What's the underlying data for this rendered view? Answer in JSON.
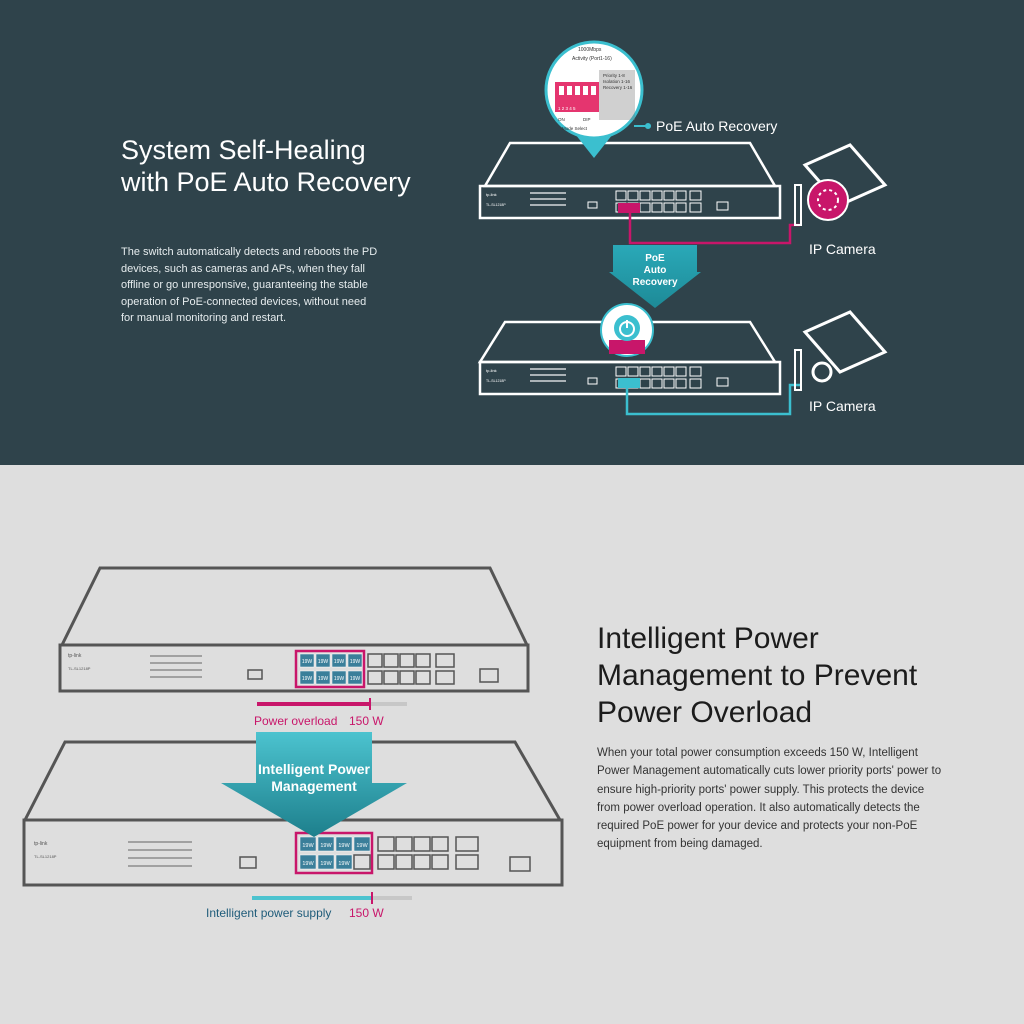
{
  "section1": {
    "title": "System Self-Healing with PoE Auto Recovery",
    "description": "The switch automatically detects and reboots the PD devices, such as cameras and APs, when they fall offline or go unresponsive, guaranteeing the stable operation of PoE-connected devices, without need for manual monitoring and restart.",
    "callout_label": "PoE Auto Recovery",
    "arrow_label": [
      "PoE",
      "Auto",
      "Recovery"
    ],
    "camera_label_1": "IP Camera",
    "camera_label_2": "IP Camera",
    "dip_panel": {
      "speed": "1000Mbps",
      "activity": "Activity (Port1-16)",
      "options": [
        "Priority 1-8",
        "Isolation 1-16",
        "Recovery 1-16"
      ],
      "numbers": "1 2 3 4 5",
      "on": "ON",
      "dip": "DIP",
      "mode": "Mode Select"
    },
    "colors": {
      "accent_teal": "#3bbfcf",
      "alert_magenta": "#c8166a",
      "background": "#2f434b"
    }
  },
  "section2": {
    "title": "Intelligent Power Management to Prevent Power Overload",
    "description": "When your total power consumption exceeds 150 W, Intelligent Power Management automatically cuts lower priority ports' power to ensure high-priority ports' power supply. This protects the device from power overload operation. It also automatically detects the required PoE power for your device and protects your non-PoE equipment from being damaged.",
    "overload_label": "Power overload",
    "overload_value": "150 W",
    "arrow_label": [
      "Intelligent Power",
      "Management"
    ],
    "supply_label": "Intelligent power supply",
    "supply_value": "150 W",
    "port_power": "19W",
    "overload_fraction": 1.0,
    "supply_fraction": 0.75,
    "colors": {
      "overload": "#c8166a",
      "supply": "#4cc3cf",
      "background": "#dedede"
    }
  },
  "brand": {
    "logo": "tp-link",
    "model": "TL-SL1218P"
  }
}
